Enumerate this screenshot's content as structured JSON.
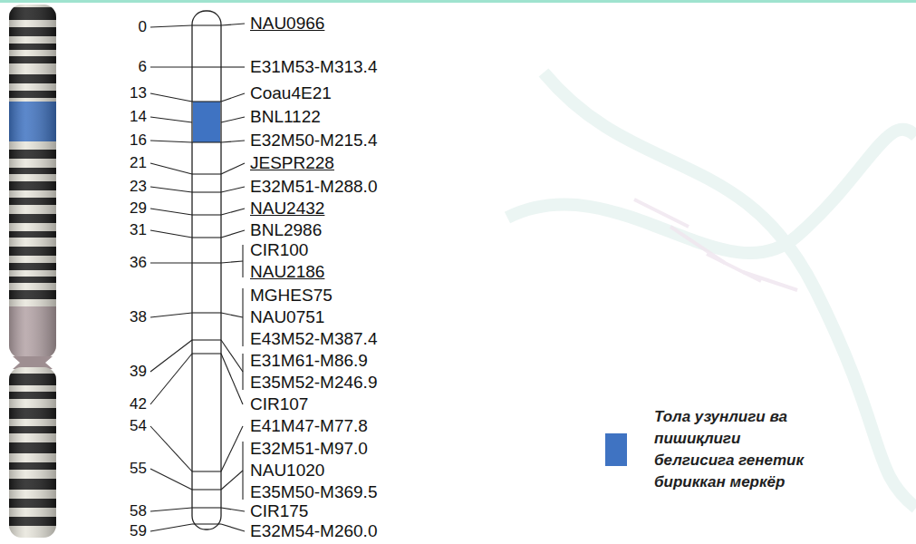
{
  "diagram": {
    "labels": [
      "0",
      "6",
      "13",
      "14",
      "16",
      "21",
      "23",
      "29",
      "31",
      "36",
      "38",
      "39",
      "42",
      "54",
      "55",
      "58",
      "59",
      "NAU0966",
      "E31M53-M313.4",
      "Coau4E21",
      "BNL1122",
      "E32M50-M215.4",
      "JESPR228",
      "E32M51-M288.0",
      "NAU2432",
      "BNL2986",
      "CIR100",
      "NAU2186",
      "MGHES75",
      "NAU0751",
      "E43M52-M387.4",
      "E31M61-M86.9",
      "E35M52-M246.9",
      "CIR107",
      "E41M47-M77.8",
      "E32M51-M97.0",
      "NAU1020",
      "E35M50-M369.5",
      "CIR175",
      "E32M54-M260.0"
    ],
    "legend": [
      {
        "text": "Тола узунлиги ва пишиқлиги белгисига генетик бириккан меркёр",
        "color": "#3f73c2"
      }
    ]
  }
}
